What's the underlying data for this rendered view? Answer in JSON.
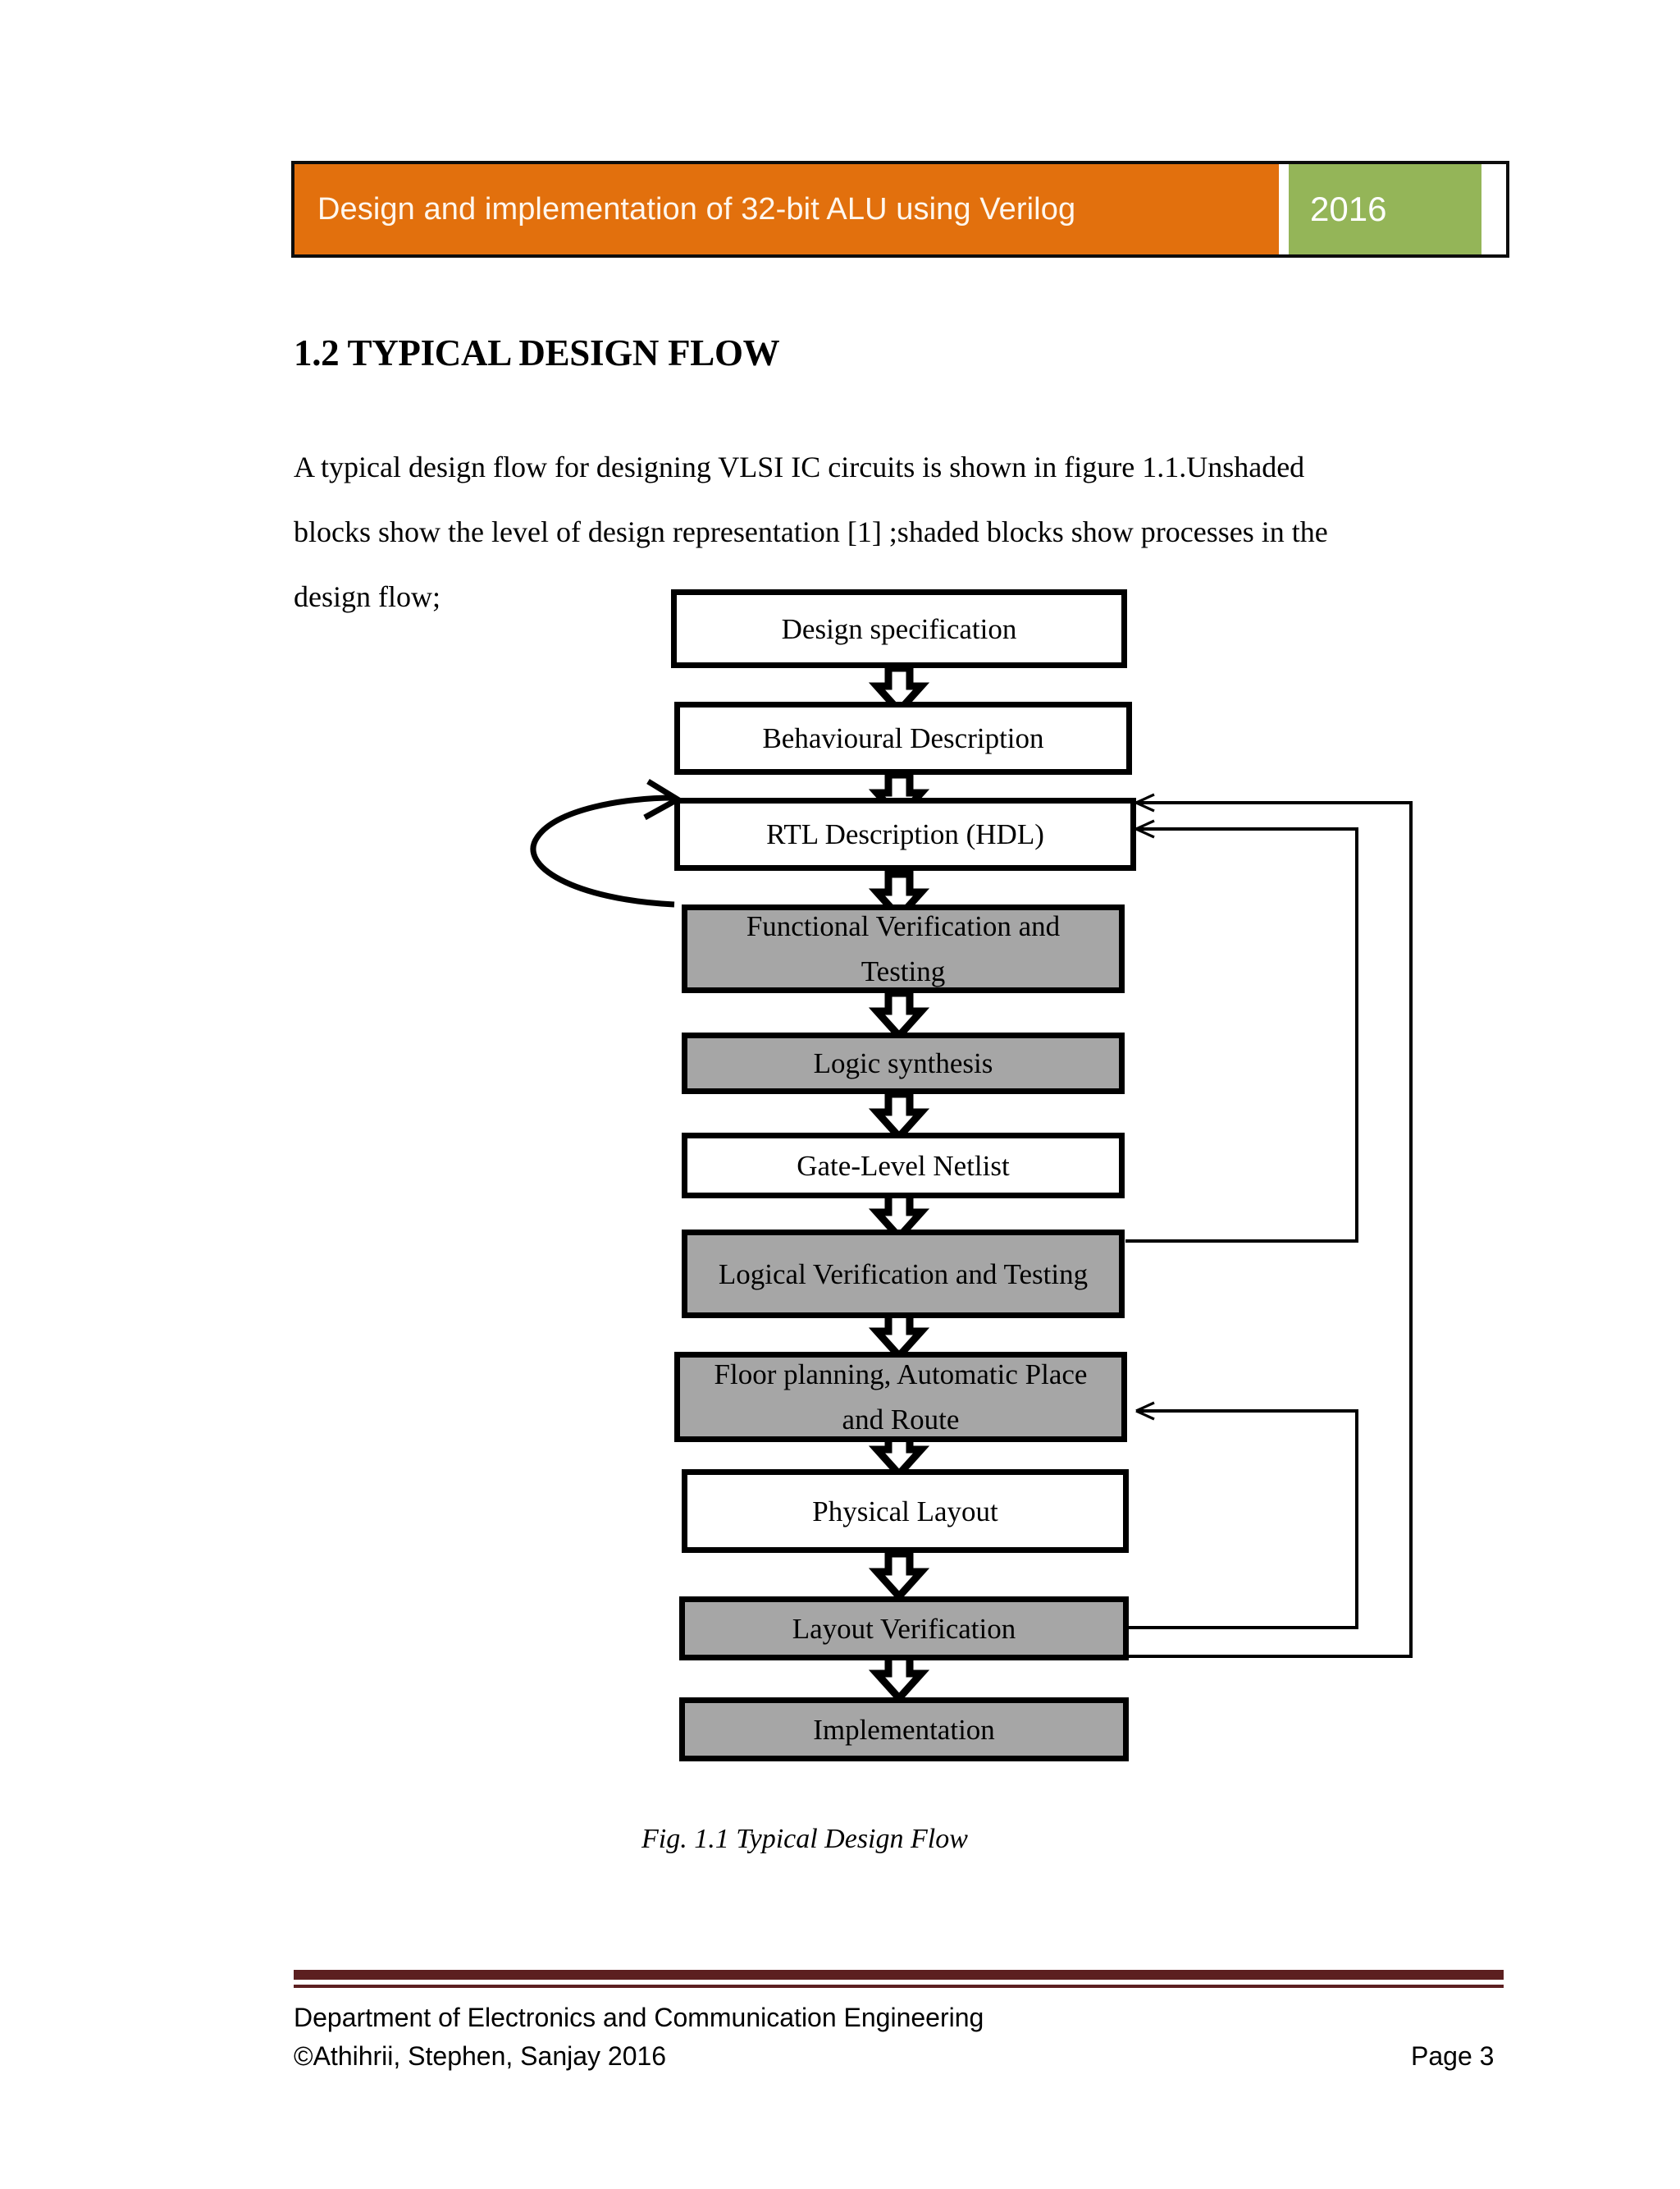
{
  "header": {
    "title": "Design and implementation of 32-bit ALU using Verilog",
    "year": "2016",
    "title_bg": "#E2700D",
    "year_bg": "#94B558"
  },
  "section": {
    "heading": "1.2 TYPICAL DESIGN FLOW",
    "paragraph_line1": "A typical design flow for designing VLSI IC circuits is shown in figure 1.1.Unshaded",
    "paragraph_line2": "blocks show the level of design representation [1] ;shaded blocks show processes in the",
    "paragraph_line3": "design flow;"
  },
  "figure": {
    "caption": "Fig. 1.1 Typical Design Flow",
    "shaded_color": "#A6A6A6",
    "unshaded_color": "#FFFFFF",
    "nodes": [
      {
        "id": "design-specification",
        "label": "Design specification",
        "shaded": false
      },
      {
        "id": "behavioural-description",
        "label": "Behavioural Description",
        "shaded": false
      },
      {
        "id": "rtl-description",
        "label": "RTL Description (HDL)",
        "shaded": false
      },
      {
        "id": "functional-verification",
        "label": "Functional Verification and Testing",
        "shaded": true
      },
      {
        "id": "logic-synthesis",
        "label": "Logic synthesis",
        "shaded": true
      },
      {
        "id": "gate-level-netlist",
        "label": "Gate-Level Netlist",
        "shaded": false
      },
      {
        "id": "logical-verification",
        "label": "Logical Verification and Testing",
        "shaded": true
      },
      {
        "id": "floor-planning",
        "label": "Floor planning, Automatic Place and Route",
        "shaded": true
      },
      {
        "id": "physical-layout",
        "label": "Physical Layout",
        "shaded": false
      },
      {
        "id": "layout-verification",
        "label": "Layout Verification",
        "shaded": true
      },
      {
        "id": "implementation",
        "label": "Implementation",
        "shaded": true
      }
    ]
  },
  "footer": {
    "department": "Department of Electronics and Communication Engineering",
    "copyright": "©Athihrii, Stephen, Sanjay 2016",
    "page": "Page 3",
    "rule_color": "#5C1F20"
  }
}
